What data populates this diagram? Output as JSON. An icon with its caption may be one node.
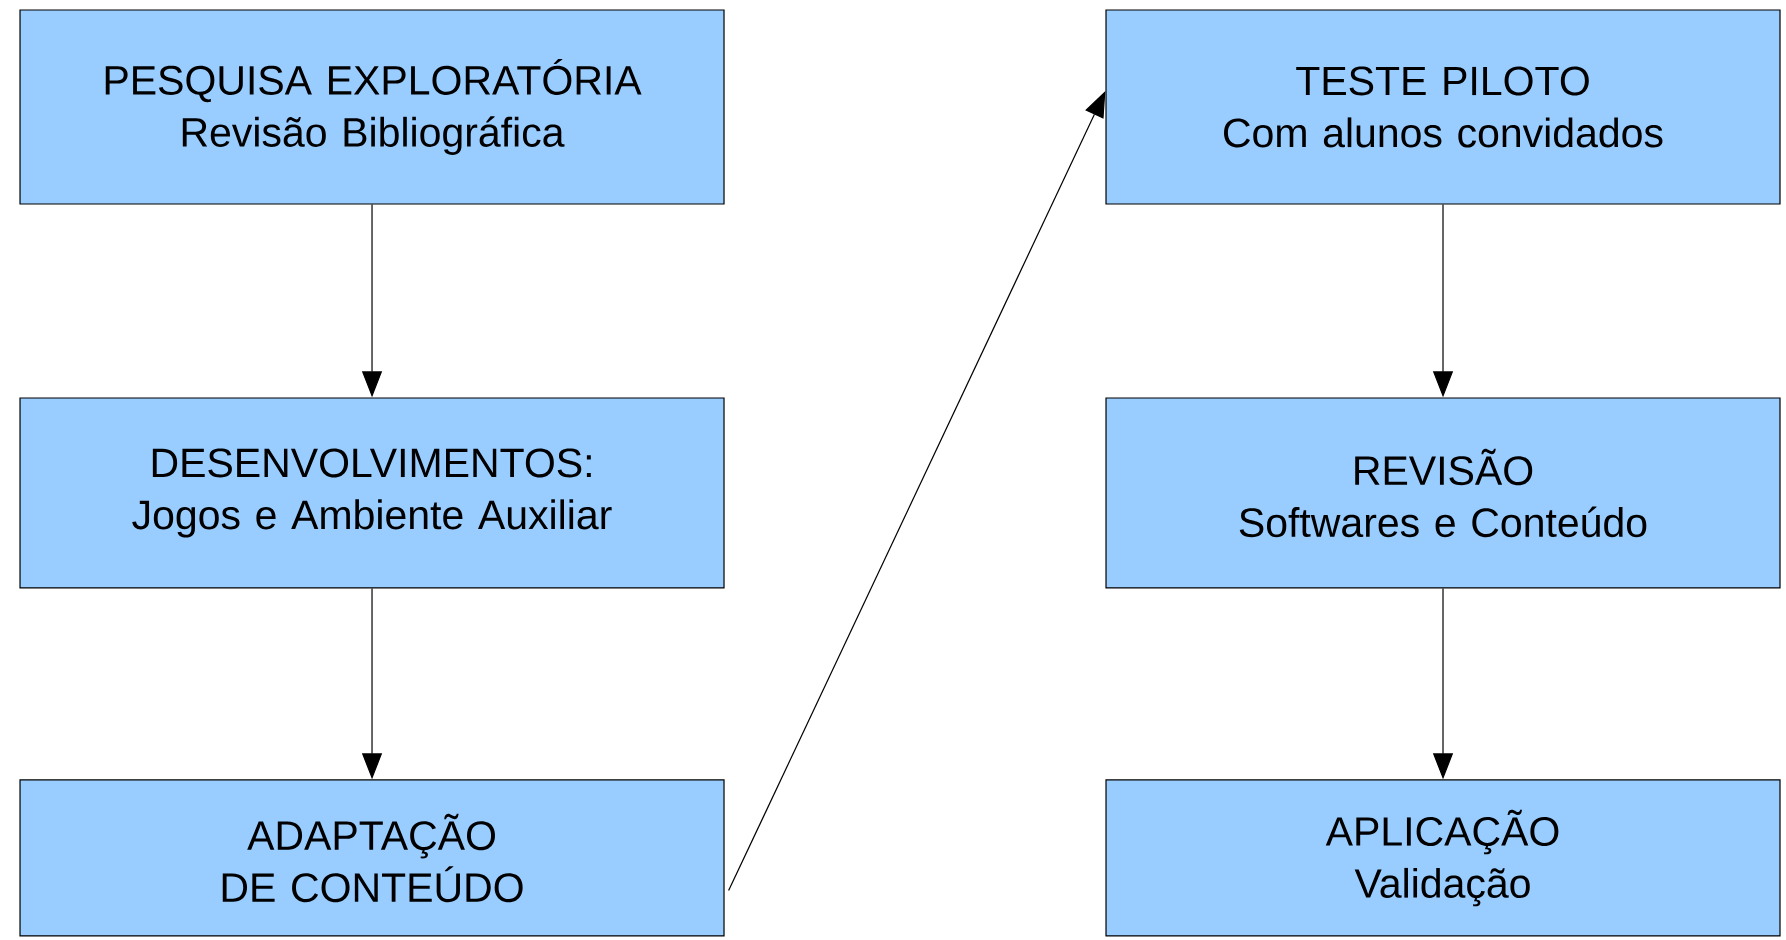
{
  "diagram": {
    "nodes": [
      {
        "text": [
          "PESQUISA EXPLORATÓRIA",
          "Revisão Bibliográfica"
        ]
      },
      {
        "text": [
          "DESENVOLVIMENTOS:",
          "Jogos e Ambiente Auxiliar"
        ]
      },
      {
        "text": [
          "ADAPTAÇÃO DE CONTEÚDO"
        ]
      },
      {
        "text": [
          "TESTE PILOTO",
          "Com alunos convidados"
        ]
      },
      {
        "text": [
          "REVISÃO",
          "Softwares e Conteúdo"
        ]
      },
      {
        "text": [
          "APLICAÇÃO",
          "Validação"
        ]
      }
    ],
    "edges": [
      {
        "from": 0,
        "to": 1,
        "arrow": "to"
      },
      {
        "from": 1,
        "to": 2,
        "arrow": "to"
      },
      {
        "from": 2,
        "to": 3,
        "arrow": "to"
      },
      {
        "from": 3,
        "to": 4,
        "arrow": "to"
      },
      {
        "from": 4,
        "to": 5,
        "arrow": "to"
      }
    ]
  }
}
